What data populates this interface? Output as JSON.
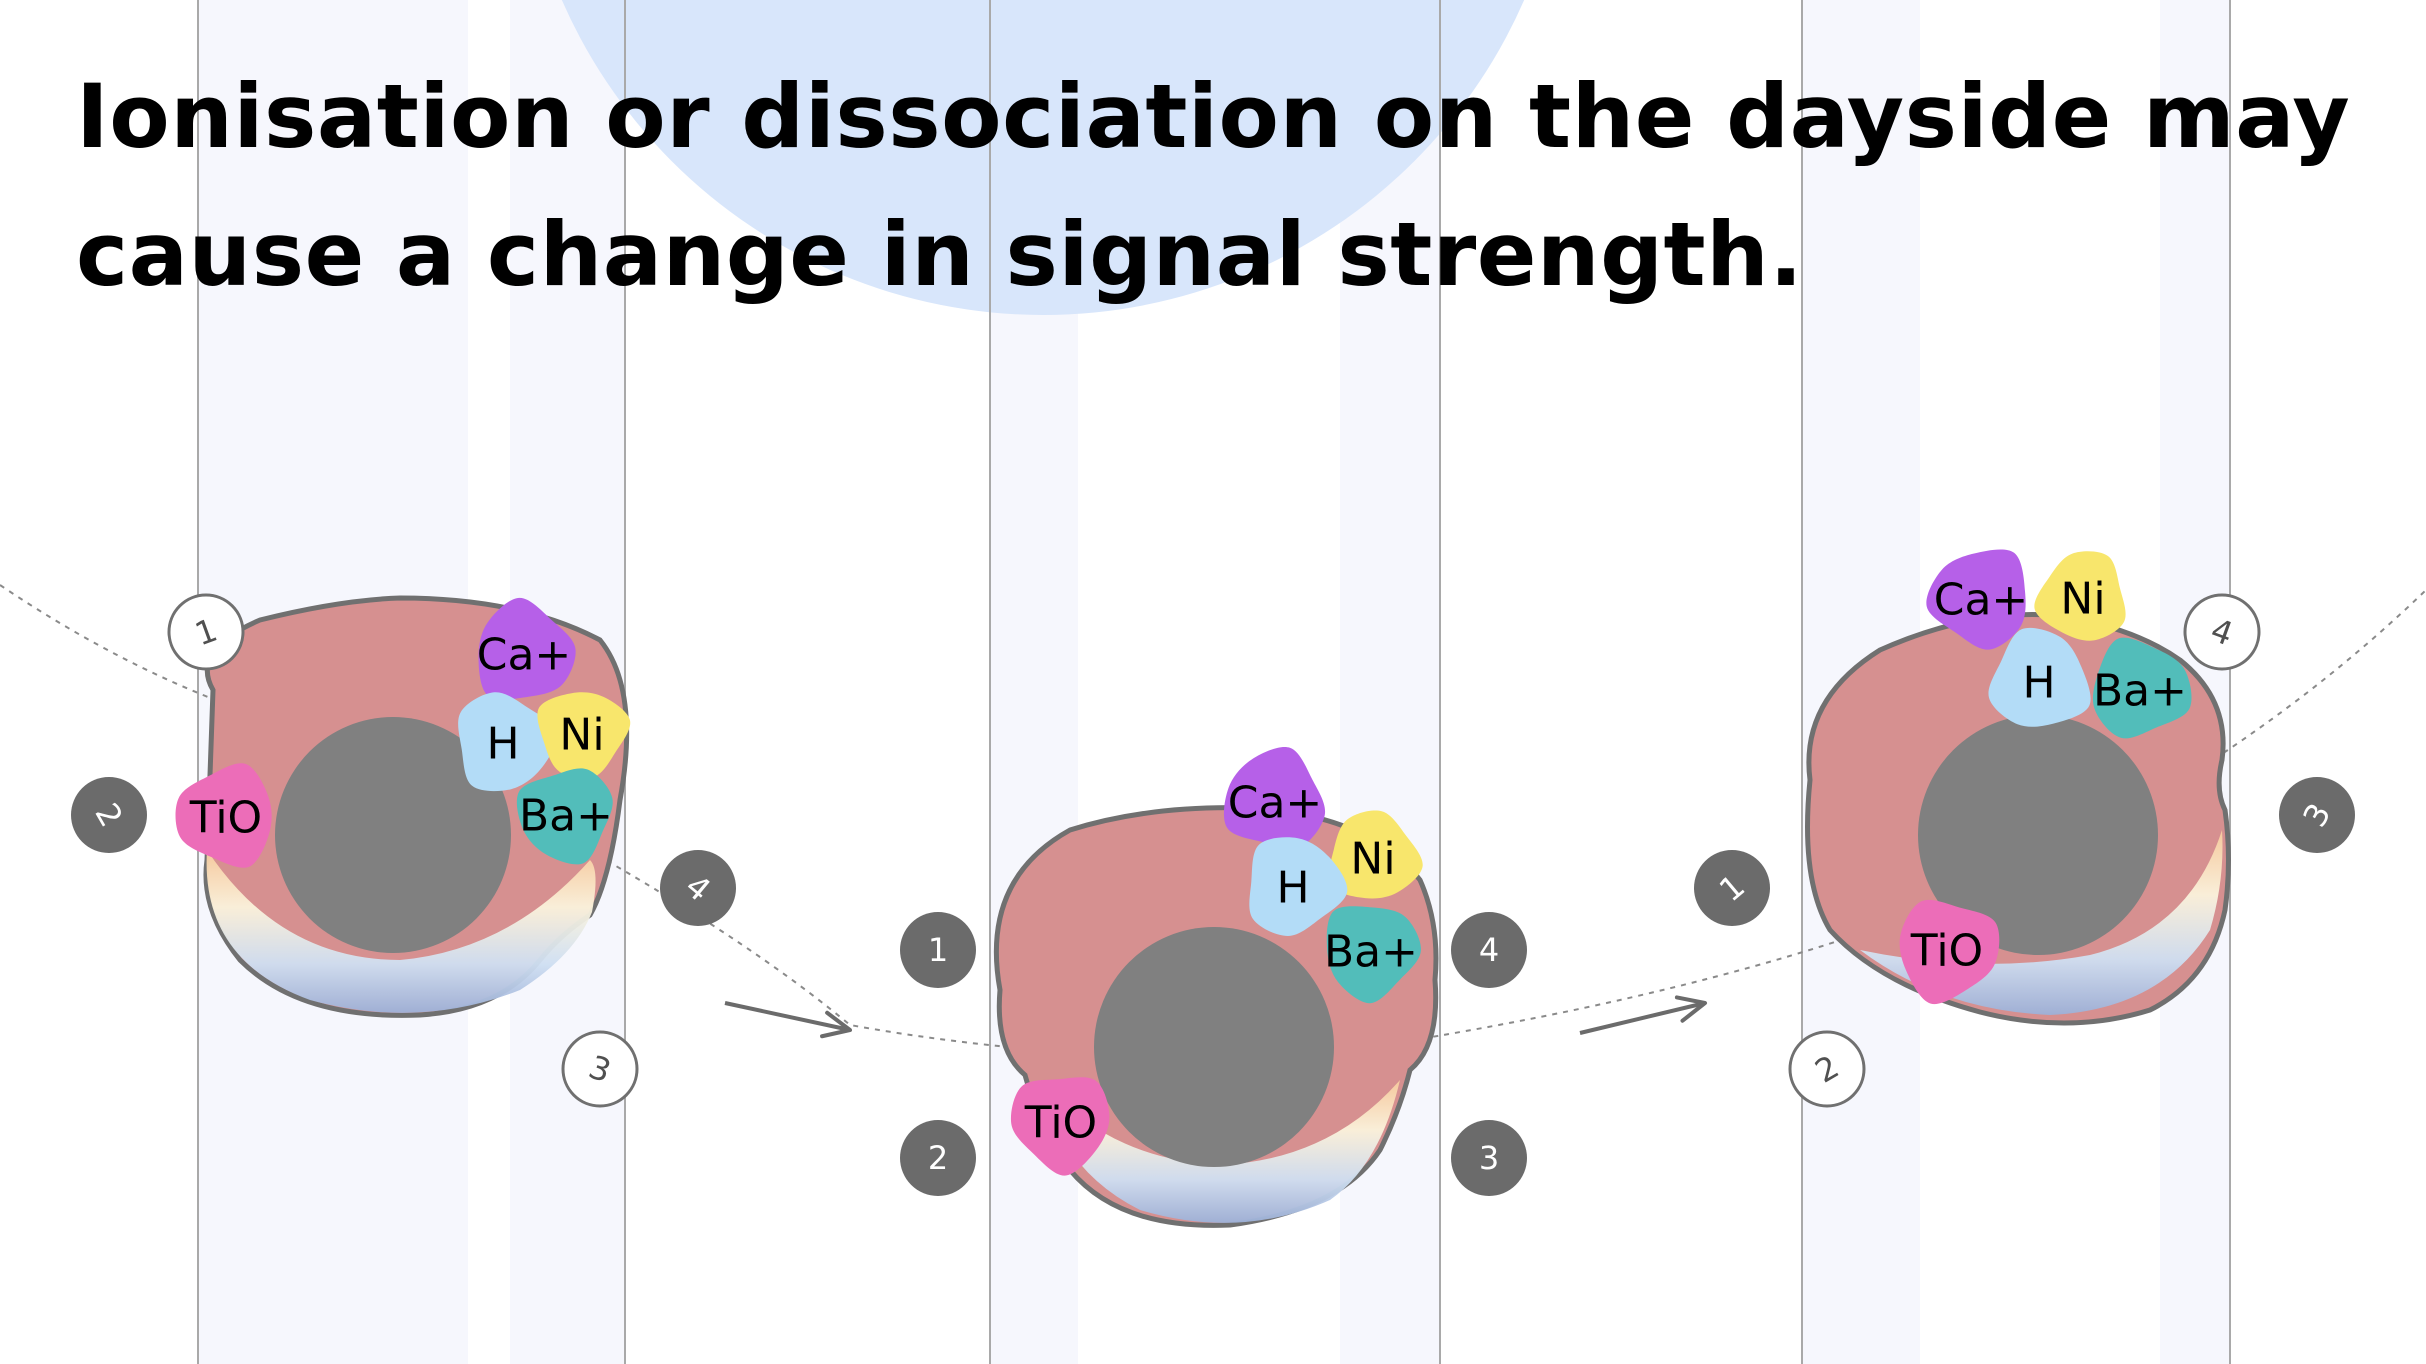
{
  "headline": "Ionisation or dissociation on the dayside may\ncause a change in signal strength.",
  "colors": {
    "star": "#d8e6fb",
    "band": "#f6f7fd",
    "band_line": "#a9a9a9",
    "planet": "#808080",
    "atmo_day": "#d69090",
    "atmo_outline": "#707070",
    "orbit": "#8a8a8a",
    "marker_dark": "#6b6b6b",
    "Ca+": "#b660e8",
    "Ni": "#f8e66c",
    "H": "#b3dcf7",
    "Ba+": "#52bdba",
    "TiO": "#ec6db8"
  },
  "molecules": [
    "Ca+",
    "Ni",
    "H",
    "Ba+",
    "TiO"
  ],
  "phases": [
    {
      "name": "phase-1",
      "markers": [
        {
          "label": "1",
          "style": "outline",
          "rotated": true
        },
        {
          "label": "2",
          "style": "filled",
          "rotated": true
        },
        {
          "label": "3",
          "style": "outline",
          "rotated": true
        },
        {
          "label": "4",
          "style": "filled",
          "rotated": true
        }
      ]
    },
    {
      "name": "phase-2",
      "markers": [
        {
          "label": "1",
          "style": "filled",
          "rotated": false
        },
        {
          "label": "2",
          "style": "filled",
          "rotated": false
        },
        {
          "label": "3",
          "style": "filled",
          "rotated": false
        },
        {
          "label": "4",
          "style": "filled",
          "rotated": false
        }
      ]
    },
    {
      "name": "phase-3",
      "markers": [
        {
          "label": "1",
          "style": "filled",
          "rotated": true
        },
        {
          "label": "2",
          "style": "outline",
          "rotated": true
        },
        {
          "label": "3",
          "style": "filled",
          "rotated": true
        },
        {
          "label": "4",
          "style": "outline",
          "rotated": true
        }
      ]
    }
  ]
}
